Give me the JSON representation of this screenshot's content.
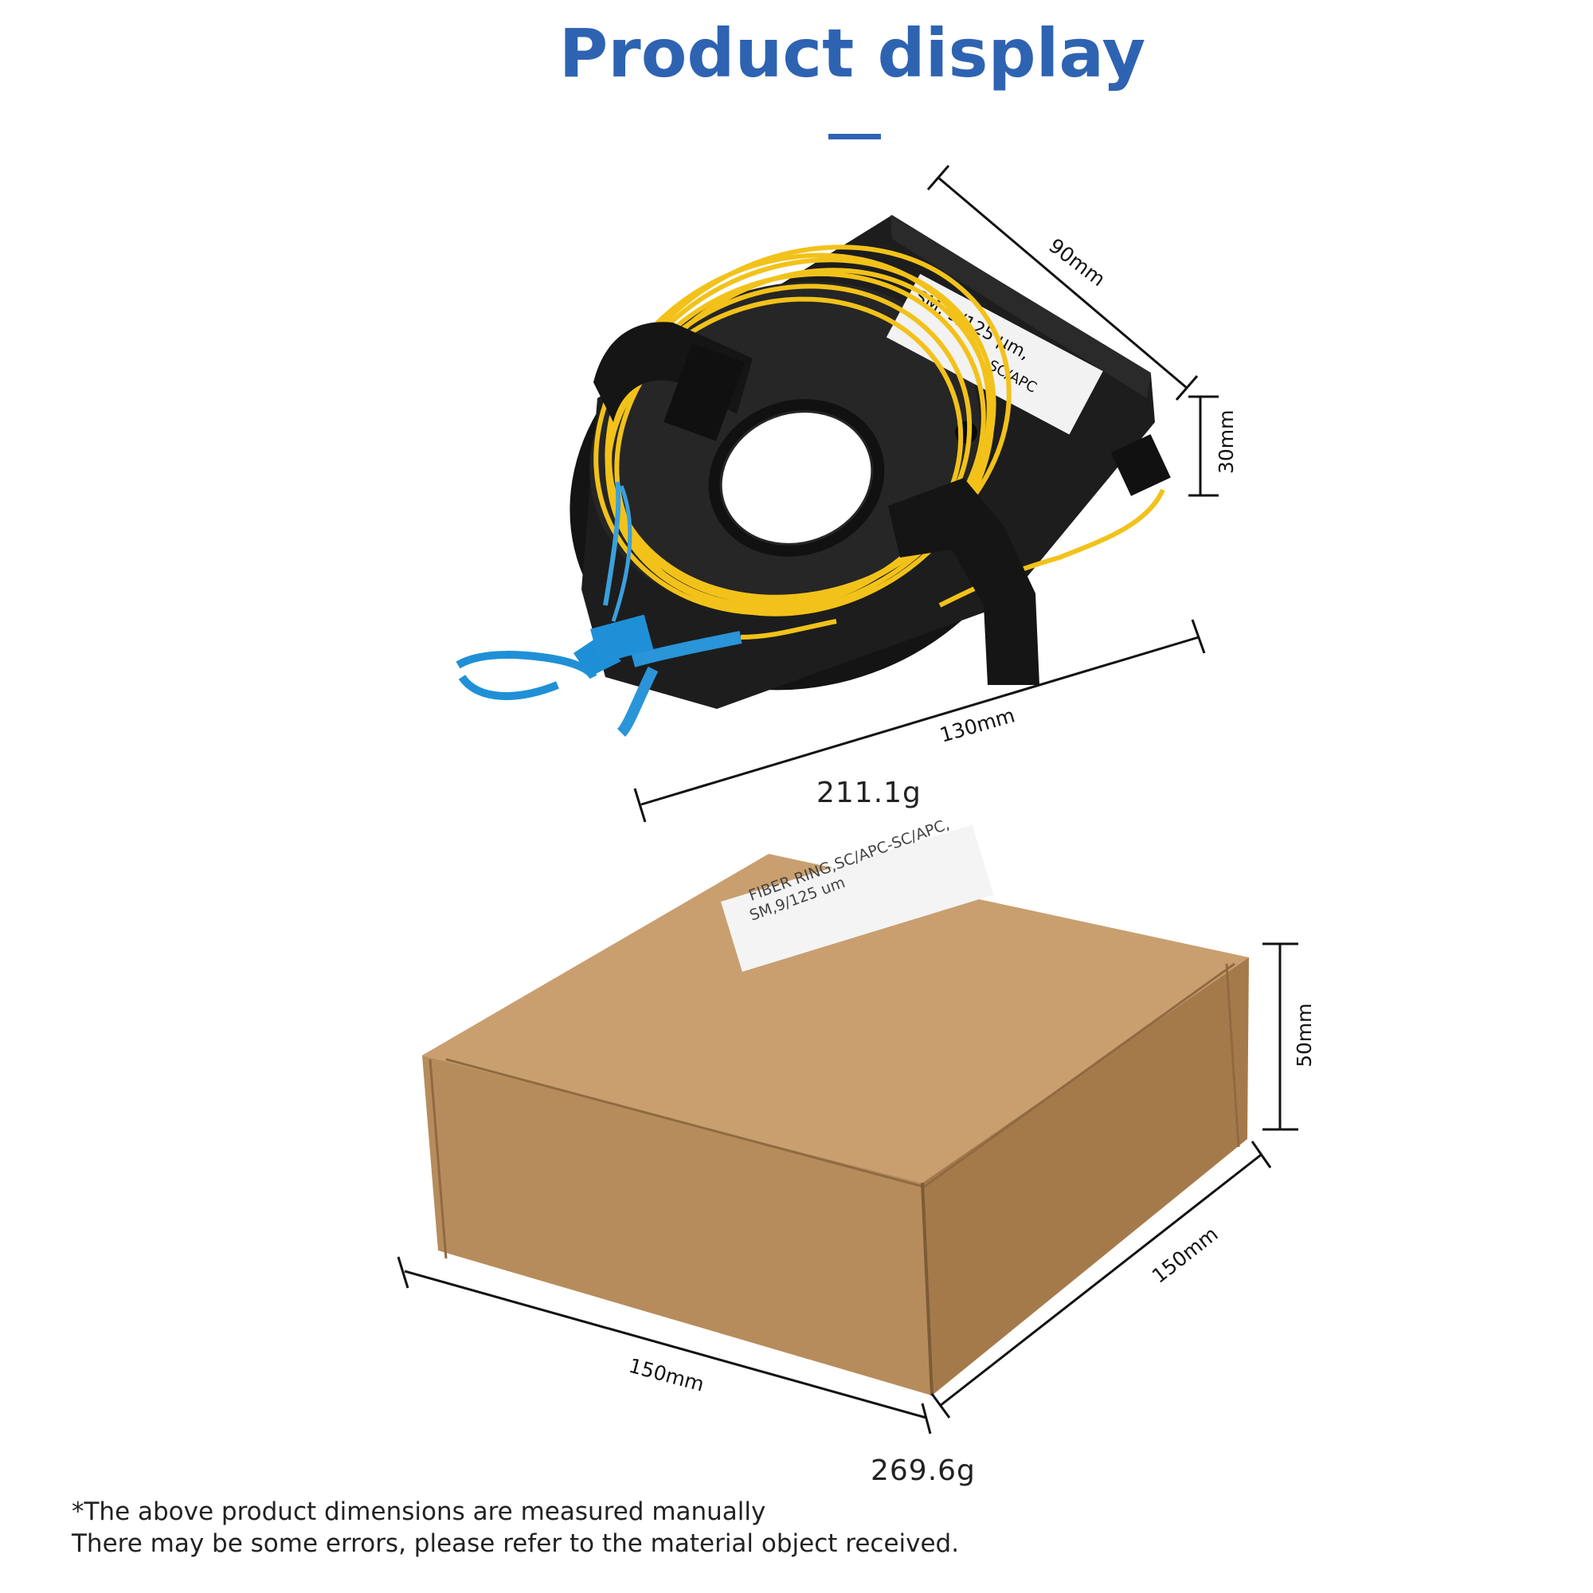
{
  "header": {
    "title": "Product display"
  },
  "colors": {
    "accent": "#2e63b2",
    "fiber": "#f2c21a",
    "connector": "#1e8fd6",
    "case": "#1b1b1b",
    "cardboard": "#b88e5f"
  },
  "reel": {
    "label_line1": "SM, 9/125 μm, ",
    "label_line2": "SC/APC",
    "dim_depth": "90mm",
    "dim_height": "30mm",
    "dim_width": "130mm",
    "weight": "211.1g"
  },
  "box": {
    "label_line1": "FIBER RING,SC/APC-SC/APC,",
    "label_line2": "SM,9/125 um",
    "dim_height": "50mm",
    "dim_depth": "150mm",
    "dim_width": "150mm",
    "weight": "269.6g"
  },
  "footnote": {
    "line1": "*The above product dimensions are measured manually",
    "line2": "There may be some errors, please refer to the material object received."
  }
}
